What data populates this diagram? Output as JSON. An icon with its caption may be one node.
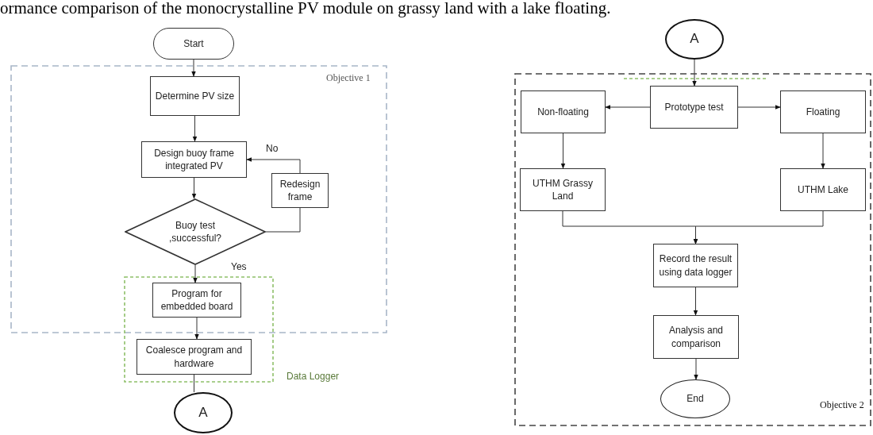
{
  "diagram": {
    "nodes": [
      {
        "text": [
          "Start"
        ]
      },
      {
        "text": [
          "Objective 1"
        ]
      },
      {
        "text": [
          "Determine PV size"
        ],
        "in": 1
      },
      {
        "text": [
          "Design buoy frame integrated PV"
        ],
        "in": 1
      },
      {
        "text": [
          "Redesign frame"
        ],
        "in": 1
      },
      {
        "text": [
          "Buoy test ,successful?"
        ],
        "in": 1
      },
      {
        "text": [
          "Data Logger"
        ]
      },
      {
        "text": [
          "Program for embedded board"
        ]
      },
      {
        "text": [
          "Coalesce program and hardware"
        ],
        "in": 6
      },
      {
        "text": [
          "A"
        ]
      },
      {
        "text": [
          "A"
        ]
      },
      {
        "text": [
          "Objective 2"
        ]
      },
      {
        "text": [
          "Prototype test"
        ],
        "in": 11
      },
      {
        "text": [
          "Non-floating"
        ],
        "in": 11
      },
      {
        "text": [
          "Floating"
        ],
        "in": 11
      },
      {
        "text": [
          "UTHM Grassy Land"
        ],
        "in": 11
      },
      {
        "text": [
          "UTHM Lake"
        ],
        "in": 11
      },
      {
        "text": [
          "Record the result using data logger"
        ],
        "in": 11
      },
      {
        "text": [
          "Analysis and comparison"
        ],
        "in": 11
      },
      {
        "text": [
          "End"
        ],
        "in": 11
      }
    ],
    "edges": [
      {
        "from": 0,
        "to": 2,
        "arrow": "to"
      },
      {
        "from": 2,
        "to": 3,
        "arrow": "to"
      },
      {
        "from": 3,
        "to": 5,
        "arrow": "to"
      },
      {
        "from": 5,
        "to": 4,
        "arrow": "none"
      },
      {
        "from": 4,
        "to": 3,
        "arrow": "to",
        "label": "No"
      },
      {
        "from": 5,
        "to": 7,
        "arrow": "to",
        "label": "Yes"
      },
      {
        "from": 7,
        "to": 8,
        "arrow": "to"
      },
      {
        "from": 8,
        "to": 9,
        "arrow": "none"
      },
      {
        "from": 10,
        "to": 12,
        "arrow": "to"
      },
      {
        "from": 12,
        "to": 13,
        "arrow": "to"
      },
      {
        "from": 12,
        "to": 14,
        "arrow": "to"
      },
      {
        "from": 13,
        "to": 15,
        "arrow": "to"
      },
      {
        "from": 14,
        "to": 16,
        "arrow": "to"
      },
      {
        "from": 15,
        "to": 17,
        "arrow": "to"
      },
      {
        "from": 16,
        "to": 17,
        "arrow": "to"
      },
      {
        "from": 17,
        "to": 18,
        "arrow": "to"
      },
      {
        "from": 18,
        "to": 19,
        "arrow": "to"
      }
    ],
    "labels": [
      "ormance comparison of the monocrystalline PV module on grassy land with a lake floating."
    ]
  }
}
